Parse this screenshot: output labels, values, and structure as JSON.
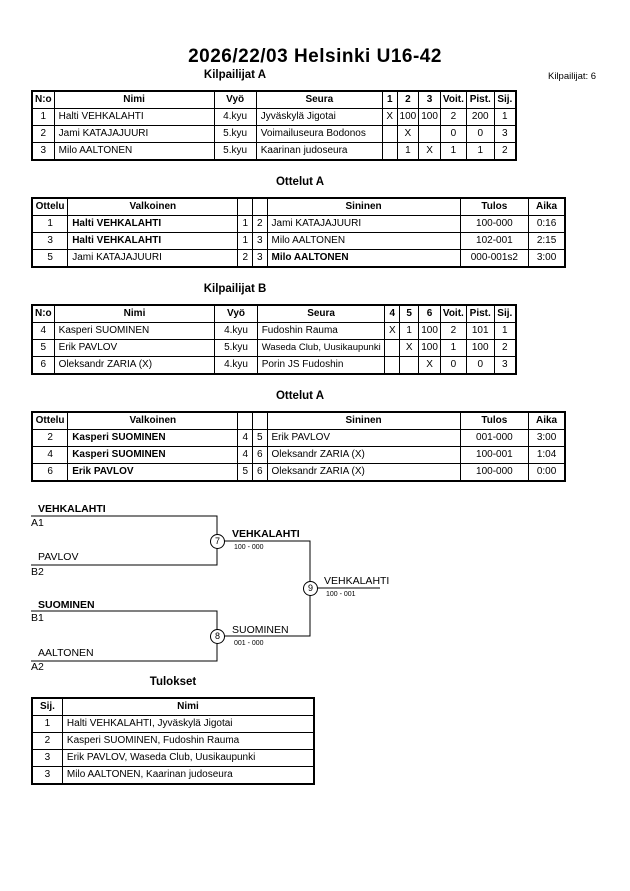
{
  "header": {
    "title": "2026/22/03  Helsinki   U16-42",
    "competitor_count": "Kilpailijat: 6"
  },
  "pool_a": {
    "title": "Kilpailijat A",
    "headers": [
      "N:o",
      "Nimi",
      "Vyö",
      "Seura",
      "1",
      "2",
      "3",
      "Voit.",
      "Pist.",
      "Sij."
    ],
    "rows": [
      [
        "1",
        "Halti VEHKALAHTI",
        "4.kyu",
        "Jyväskylä Jigotai",
        "X",
        "100",
        "100",
        "2",
        "200",
        "1"
      ],
      [
        "2",
        "Jami KATAJAJUURI",
        "5.kyu",
        "Voimailuseura Bodonos",
        "",
        "X",
        "",
        "0",
        "0",
        "3"
      ],
      [
        "3",
        "Milo AALTONEN",
        "5.kyu",
        "Kaarinan judoseura",
        "",
        "1",
        "X",
        "1",
        "1",
        "2"
      ]
    ]
  },
  "matches_a": {
    "title": "Ottelut A",
    "headers": [
      "Ottelu",
      "Valkoinen",
      "",
      "",
      "Sininen",
      "Tulos",
      "Aika"
    ],
    "rows": [
      [
        "1",
        "Halti VEHKALAHTI",
        "1",
        "2",
        "Jami KATAJAJUURI",
        "100-000",
        "0:16"
      ],
      [
        "3",
        "Halti VEHKALAHTI",
        "1",
        "3",
        "Milo AALTONEN",
        "102-001",
        "2:15"
      ],
      [
        "5",
        "Jami KATAJAJUURI",
        "2",
        "3",
        "Milo AALTONEN",
        "000-001s2",
        "3:00"
      ]
    ]
  },
  "pool_b": {
    "title": "Kilpailijat B",
    "headers": [
      "N:o",
      "Nimi",
      "Vyö",
      "Seura",
      "4",
      "5",
      "6",
      "Voit.",
      "Pist.",
      "Sij."
    ],
    "rows": [
      [
        "4",
        "Kasperi SUOMINEN",
        "4.kyu",
        "Fudoshin Rauma",
        "X",
        "1",
        "100",
        "2",
        "101",
        "1"
      ],
      [
        "5",
        "Erik PAVLOV",
        "5.kyu",
        "Waseda Club, Uusikaupunki",
        "",
        "X",
        "100",
        "1",
        "100",
        "2"
      ],
      [
        "6",
        "Oleksandr ZARIA (X)",
        "4.kyu",
        "Porin JS Fudoshin",
        "",
        "",
        "X",
        "0",
        "0",
        "3"
      ]
    ]
  },
  "matches_b": {
    "title": "Ottelut A",
    "headers": [
      "Ottelu",
      "Valkoinen",
      "",
      "",
      "Sininen",
      "Tulos",
      "Aika"
    ],
    "rows": [
      [
        "2",
        "Kasperi SUOMINEN",
        "4",
        "5",
        "Erik PAVLOV",
        "001-000",
        "3:00"
      ],
      [
        "4",
        "Kasperi SUOMINEN",
        "4",
        "6",
        "Oleksandr ZARIA (X)",
        "100-001",
        "1:04"
      ],
      [
        "6",
        "Erik PAVLOV",
        "5",
        "6",
        "Oleksandr ZARIA (X)",
        "100-000",
        "0:00"
      ]
    ]
  },
  "bracket": {
    "sf1_top_name": "VEHKALAHTI",
    "sf1_top_seed": "A1",
    "sf1_bottom_name": "PAVLOV",
    "sf1_bottom_seed": "B2",
    "sf1_match": "7",
    "sf1_winner": "VEHKALAHTI",
    "sf1_score": "100 - 000",
    "sf2_top_name": "SUOMINEN",
    "sf2_top_seed": "B1",
    "sf2_bottom_name": "AALTONEN",
    "sf2_bottom_seed": "A2",
    "sf2_match": "8",
    "sf2_winner": "SUOMINEN",
    "sf2_score": "001 - 000",
    "final_match": "9",
    "final_winner": "VEHKALAHTI",
    "final_score": "100 - 001"
  },
  "results": {
    "title": "Tulokset",
    "headers": [
      "Sij.",
      "Nimi"
    ],
    "rows": [
      [
        "1",
        "Halti VEHKALAHTI, Jyväskylä Jigotai"
      ],
      [
        "2",
        "Kasperi SUOMINEN, Fudoshin Rauma"
      ],
      [
        "3",
        "Erik PAVLOV, Waseda Club, Uusikaupunki"
      ],
      [
        "3",
        "Milo AALTONEN, Kaarinan judoseura"
      ]
    ]
  }
}
